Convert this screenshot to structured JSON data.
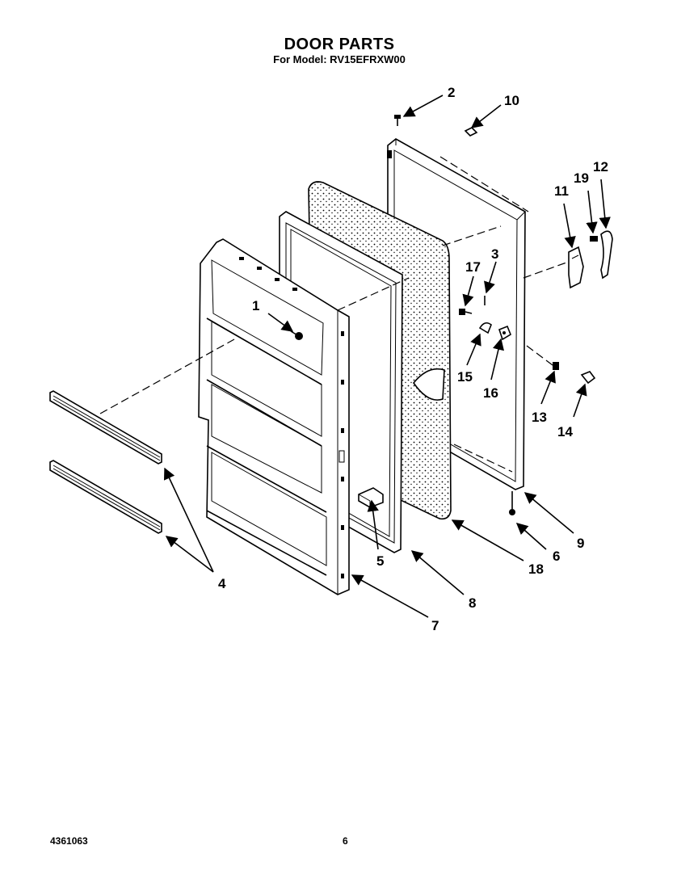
{
  "header": {
    "title": "DOOR PARTS",
    "subtitle": "For Model: RV15EFRXW00"
  },
  "footer": {
    "doc_number": "4361063",
    "page_number": "6"
  },
  "callouts": {
    "c1": "1",
    "c2": "2",
    "c3": "3",
    "c4": "4",
    "c5": "5",
    "c6": "6",
    "c7": "7",
    "c8": "8",
    "c9": "9",
    "c10": "10",
    "c11": "11",
    "c12": "12",
    "c13": "13",
    "c14": "14",
    "c15": "15",
    "c16": "16",
    "c17": "17",
    "c18": "18",
    "c19": "19"
  }
}
